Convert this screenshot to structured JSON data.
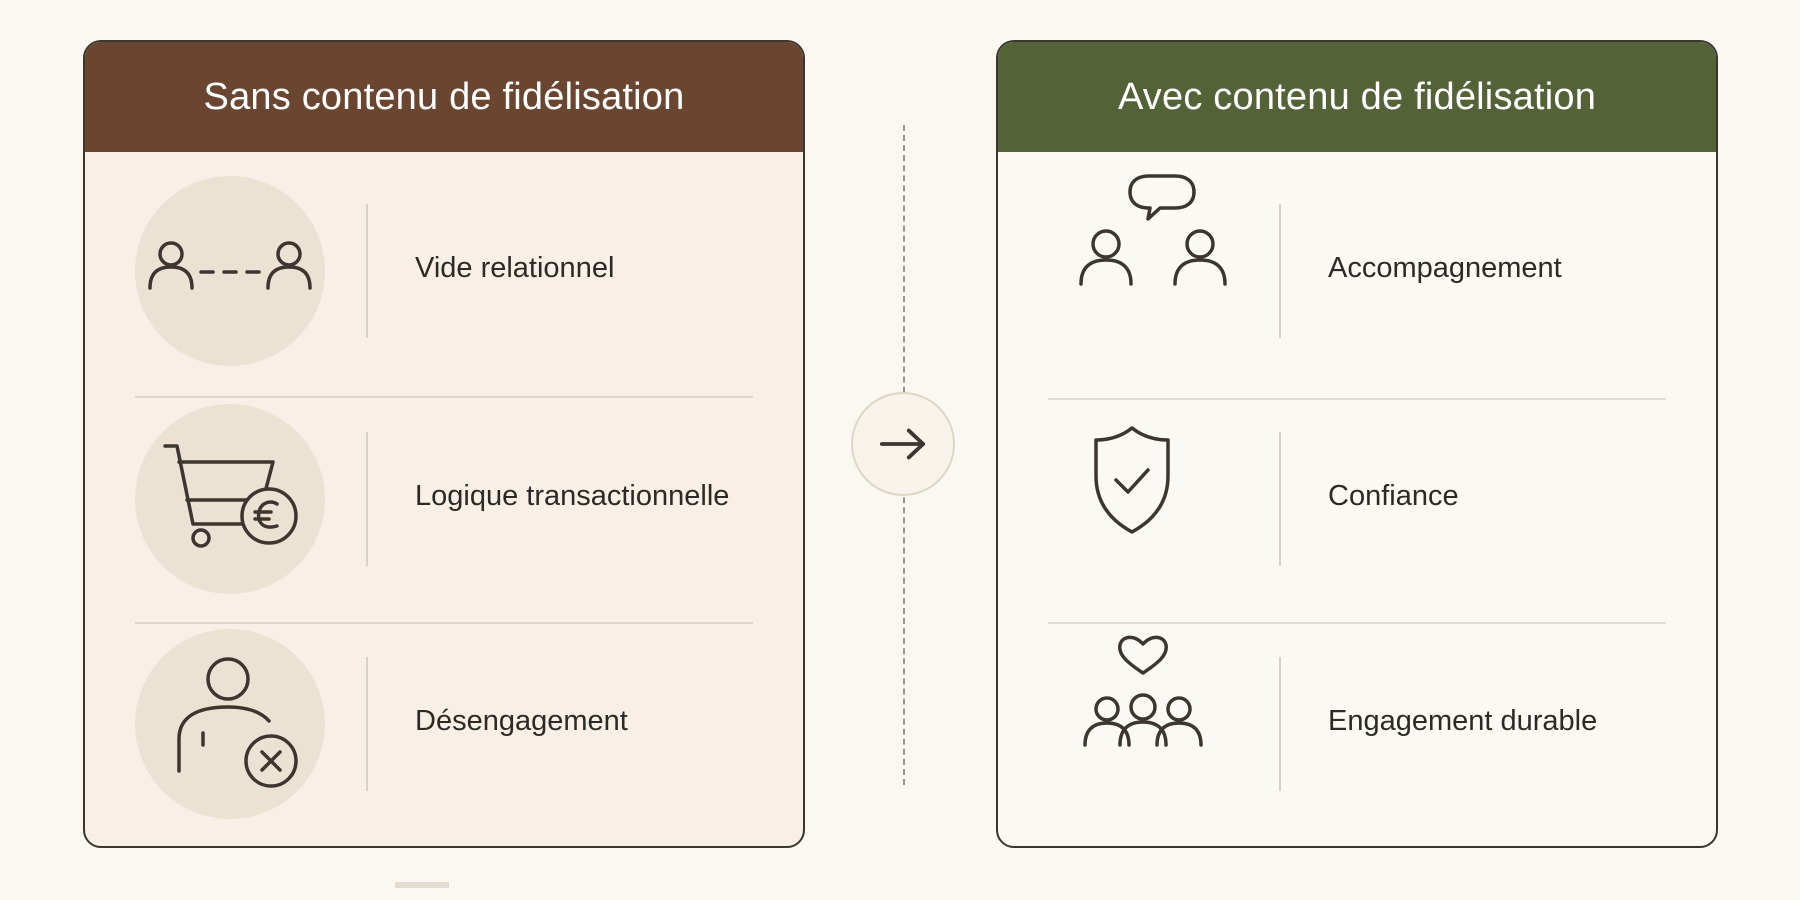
{
  "left_panel": {
    "title": "Sans contenu de fidélisation",
    "header_color": "#6a4631",
    "items": [
      {
        "label": "Vide relationnel",
        "icon": "disconnected-people-icon"
      },
      {
        "label": "Logique transactionnelle",
        "icon": "cart-euro-icon"
      },
      {
        "label": "Désengagement",
        "icon": "user-removed-icon"
      }
    ]
  },
  "right_panel": {
    "title": "Avec contenu de fidélisation",
    "header_color": "#546238",
    "items": [
      {
        "label": "Accompagnement",
        "icon": "people-conversation-icon"
      },
      {
        "label": "Confiance",
        "icon": "shield-check-icon"
      },
      {
        "label": "Engagement durable",
        "icon": "community-heart-icon"
      }
    ]
  },
  "connector": {
    "icon": "arrow-right-icon"
  }
}
